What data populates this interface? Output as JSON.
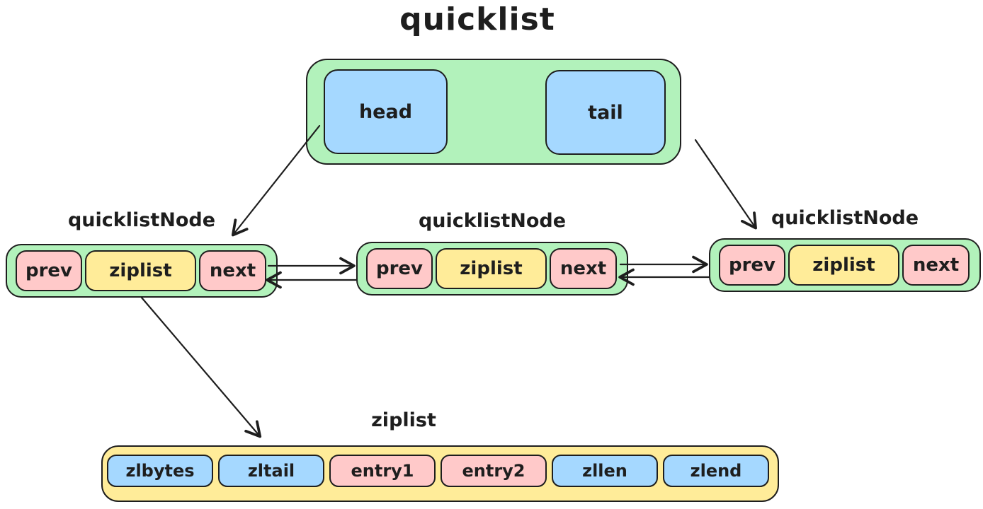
{
  "title": "quicklist",
  "quicklist_box": {
    "head": "head",
    "tail": "tail"
  },
  "nodes": [
    {
      "label": "quicklistNode",
      "prev": "prev",
      "ziplist": "ziplist",
      "next": "next"
    },
    {
      "label": "quicklistNode",
      "prev": "prev",
      "ziplist": "ziplist",
      "next": "next"
    },
    {
      "label": "quicklistNode",
      "prev": "prev",
      "ziplist": "ziplist",
      "next": "next"
    }
  ],
  "ziplist_box": {
    "label": "ziplist",
    "cells": [
      {
        "label": "zlbytes",
        "type": "blue"
      },
      {
        "label": "zltail",
        "type": "blue"
      },
      {
        "label": "entry1",
        "type": "pink"
      },
      {
        "label": "entry2",
        "type": "pink"
      },
      {
        "label": "zllen",
        "type": "blue"
      },
      {
        "label": "zlend",
        "type": "blue"
      }
    ]
  },
  "colors": {
    "green_fill": "#b2f2bb",
    "blue_fill": "#a5d8ff",
    "pink_fill": "#ffc9c9",
    "yellow_fill": "#ffec99",
    "stroke": "#1e1e1e"
  }
}
